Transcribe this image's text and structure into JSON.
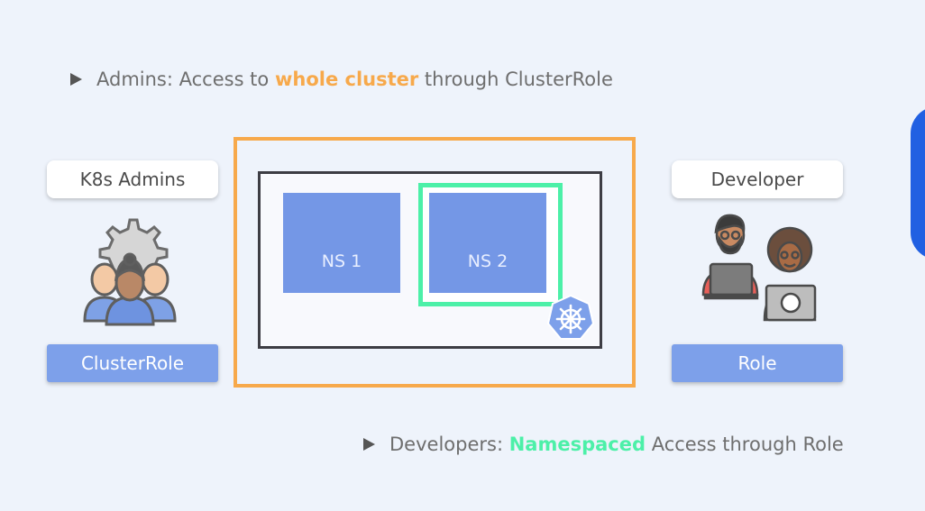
{
  "bullets": {
    "admins": {
      "prefix": "Admins: Access to",
      "highlight": "whole cluster",
      "suffix": "through ClusterRole"
    },
    "developers": {
      "prefix": "Developers:",
      "highlight": "Namespaced",
      "suffix": "Access through Role"
    }
  },
  "left": {
    "label": "K8s Admins",
    "role": "ClusterRole",
    "icon": "admins-gear-group-icon"
  },
  "right": {
    "label": "Developer",
    "role": "Role",
    "icon": "developers-laptops-icon"
  },
  "cluster": {
    "namespaces": [
      "NS 1",
      "NS 2"
    ],
    "logo": "kubernetes-helm-icon"
  },
  "colors": {
    "background": "#eef3fb",
    "cluster_border": "#f7a94b",
    "namespace_highlight": "#4cf0a8",
    "namespace_fill": "#7497e6",
    "role_fill": "#7da0ea",
    "accent_blue": "#2160e2"
  }
}
